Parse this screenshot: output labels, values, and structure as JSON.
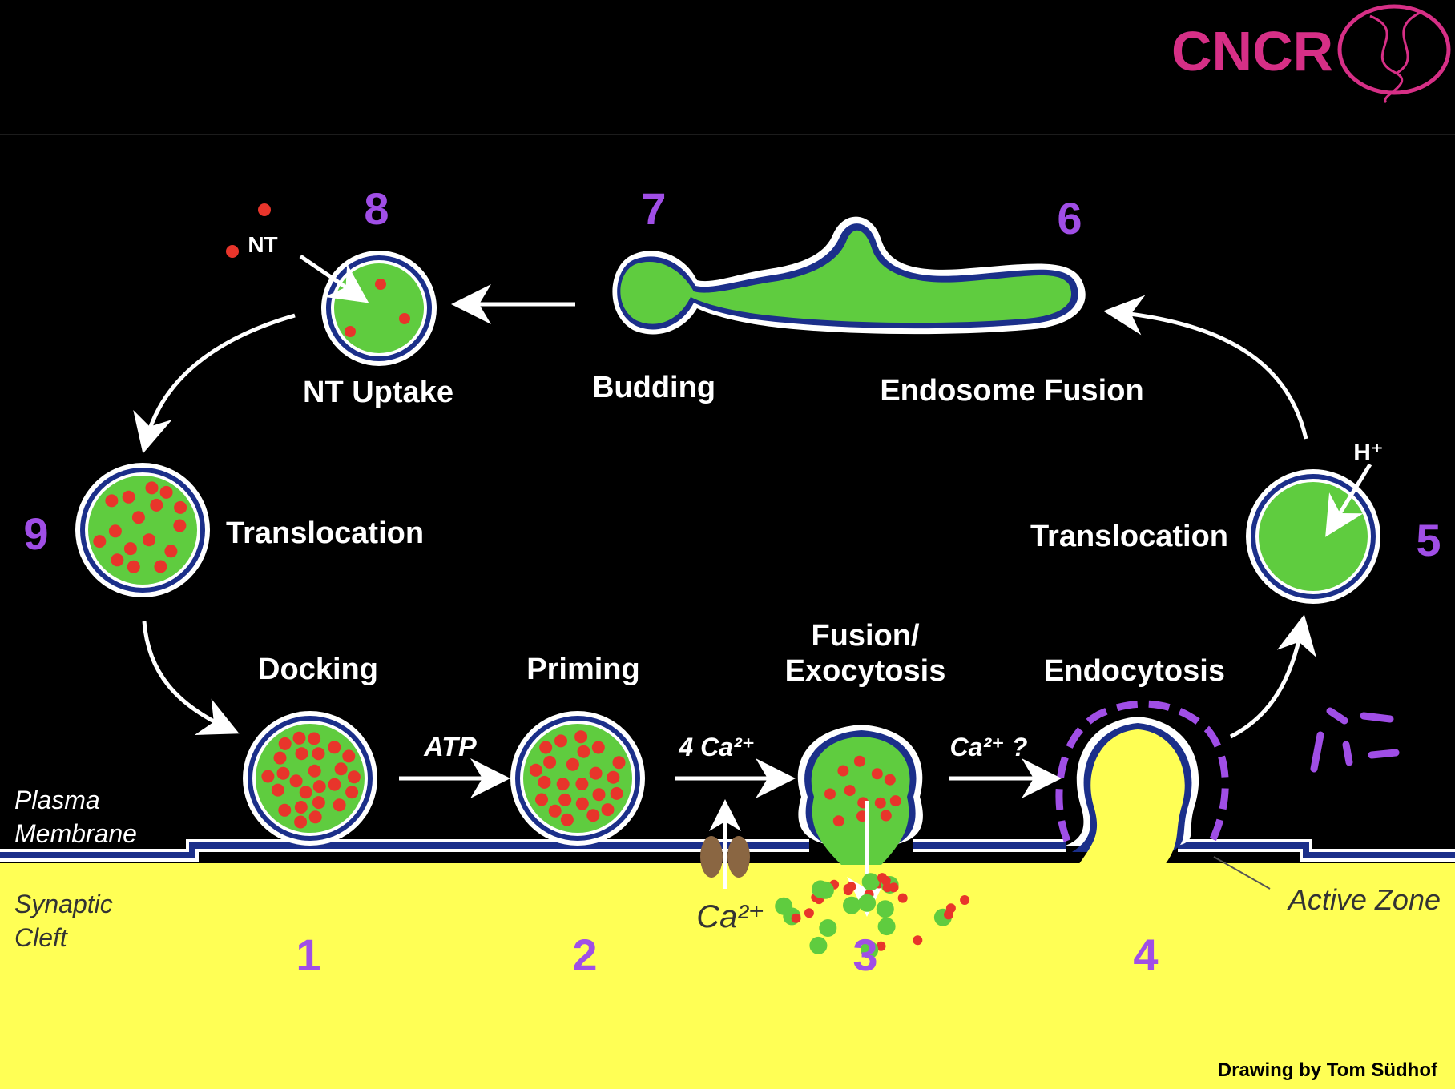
{
  "logo": {
    "text": "CNCR",
    "color": "#d62f86"
  },
  "credit": "Drawing by  Tom Südhof",
  "colors": {
    "background": "#000000",
    "cleft": "#ffff55",
    "vesicle": "#5fcc3f",
    "neurotransmitter": "#e8352b",
    "membrane": "#1b2f8a",
    "step_number": "#a04ee6",
    "coat": "#a04ee6",
    "channel": "#8a6642"
  },
  "steps": [
    {
      "num": "1",
      "label": "Docking"
    },
    {
      "num": "2",
      "label": "Priming"
    },
    {
      "num": "3",
      "label": "Fusion/",
      "label2": "Exocytosis"
    },
    {
      "num": "4",
      "label": "Endocytosis"
    },
    {
      "num": "5",
      "label": "Translocation"
    },
    {
      "num": "6",
      "label": "Endosome Fusion"
    },
    {
      "num": "7",
      "label": "Budding"
    },
    {
      "num": "8",
      "label": "NT Uptake"
    },
    {
      "num": "9",
      "label": "Translocation"
    }
  ],
  "arrow_labels": {
    "atp": "ATP",
    "ca_4": "4 Ca²⁺",
    "ca_q": "Ca²⁺ ?",
    "ca_channel": "Ca²⁺",
    "h_plus": "H⁺",
    "nt": "NT"
  },
  "regions": {
    "plasma_membrane_1": "Plasma",
    "plasma_membrane_2": "Membrane",
    "cleft_1": "Synaptic",
    "cleft_2": "Cleft",
    "active_zone": "Active Zone"
  }
}
